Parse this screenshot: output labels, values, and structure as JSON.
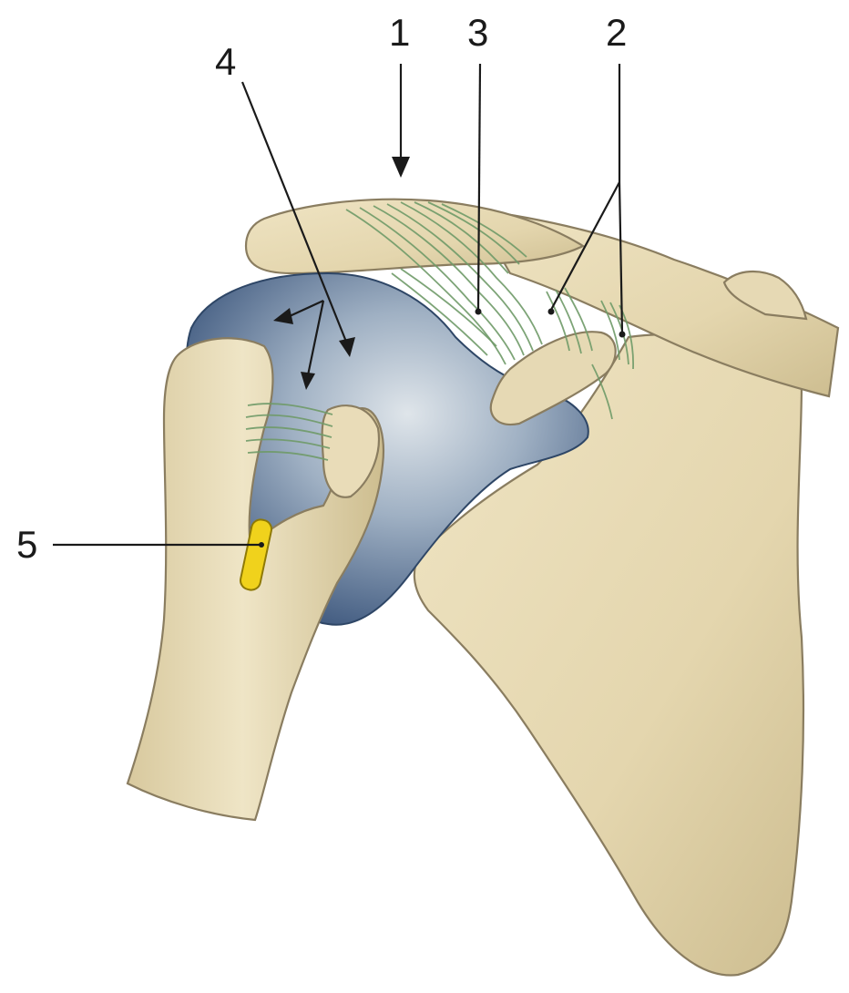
{
  "labels": {
    "l1": "1",
    "l2": "2",
    "l3": "3",
    "l4": "4",
    "l5": "5"
  },
  "colors": {
    "bone": "#e6d9b4",
    "bone_shadow": "#c9b98d",
    "capsule": "#5b7292",
    "capsule_light": "#b9c4cf",
    "ligament": "#9dbb92",
    "marker": "#f0d21c",
    "line": "#1a1a1a"
  }
}
